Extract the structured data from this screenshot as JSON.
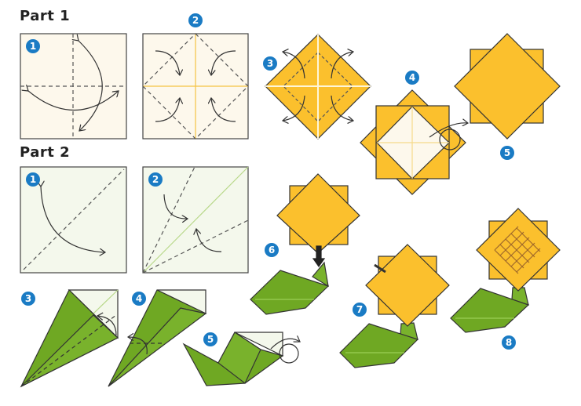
{
  "part1": {
    "title": "Part 1",
    "steps": [
      "1",
      "2",
      "3",
      "4",
      "5"
    ]
  },
  "part2": {
    "title": "Part 2",
    "steps": [
      "1",
      "2",
      "3",
      "4",
      "5",
      "6",
      "7",
      "8"
    ]
  },
  "colors": {
    "yellow": "#fbc02d",
    "cream": "#fdf8ec",
    "green": "#6fa823",
    "pale_green": "#f4f8ec",
    "badge": "#1a7bc4"
  }
}
